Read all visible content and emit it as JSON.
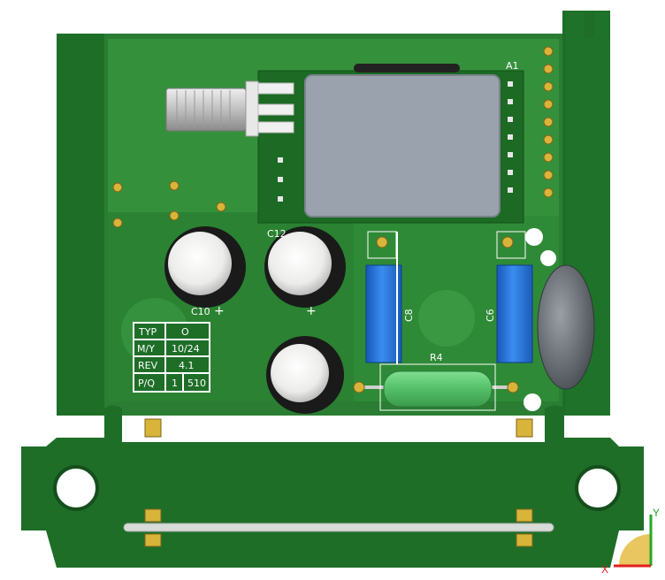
{
  "board": {
    "colors": {
      "solder_mask": "#1e6e28",
      "solder_mask_light": "#2e8a36",
      "copper_pour": "#3a9a42",
      "background": "#ffffff",
      "silkscreen": "#ffffff",
      "pad_gold": "#d8b43a",
      "module_screen": "#9aa3ad",
      "capacitor_blue": "#1f6fd0",
      "resistor_green": "#58c070",
      "electrolytic_top": "#f2f2f0"
    },
    "designators": {
      "module": "A1",
      "cap_top": "C12",
      "cap_left": "C10",
      "film_cap_left": "C8",
      "film_cap_right": "C6",
      "resistor": "R4",
      "plus_left": "+",
      "plus_mid": "+"
    },
    "label_table": {
      "rows": [
        {
          "key": "TYP",
          "value": "O"
        },
        {
          "key": "M/Y",
          "value": "10/24"
        },
        {
          "key": "REV",
          "value": "4.1"
        },
        {
          "key": "P/Q",
          "value": "1",
          "value2": "510"
        }
      ]
    },
    "axes": {
      "x_label": "X",
      "y_label": "Y",
      "x_color": "#e02020",
      "y_color": "#22aa22"
    },
    "icons": {
      "connector": "sma-connector-icon",
      "triad": "axis-triad-icon"
    }
  }
}
